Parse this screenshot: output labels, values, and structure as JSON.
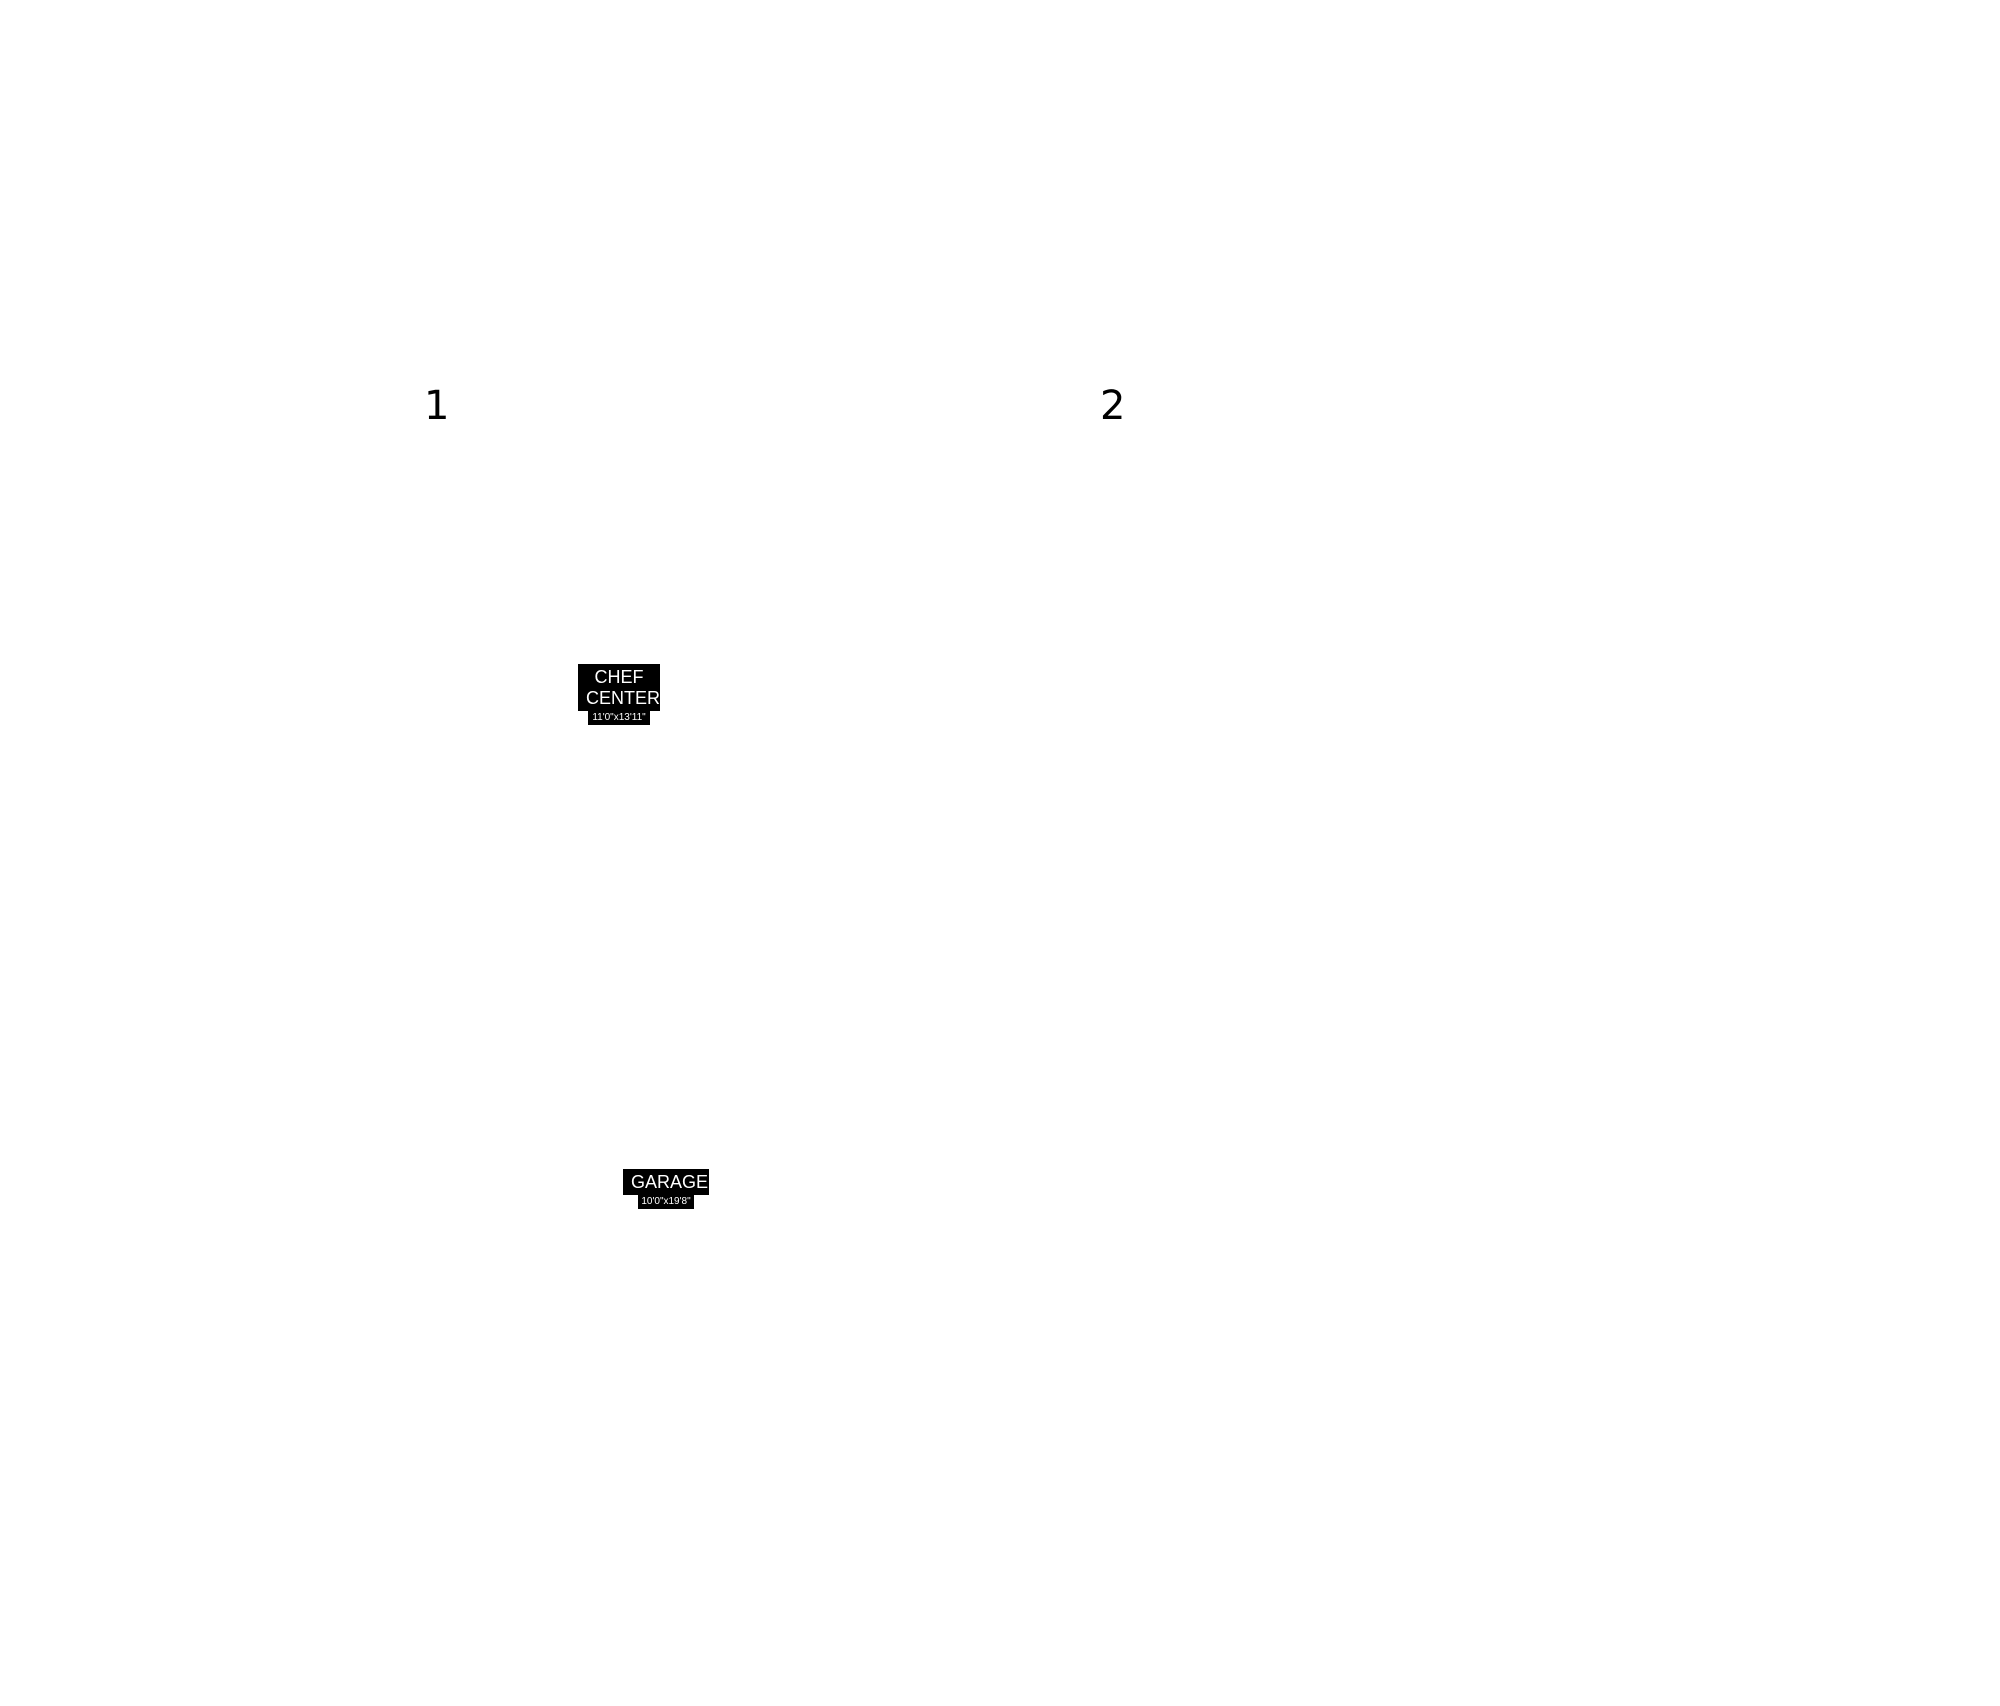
{
  "floors": [
    {
      "number": "1"
    },
    {
      "number": "2"
    }
  ],
  "rooms": [
    {
      "name": "CHEF\nCENTER",
      "dimensions": "11'0\"x13'11\""
    },
    {
      "name": "GARAGE",
      "dimensions": "10'0\"x19'8\""
    }
  ]
}
